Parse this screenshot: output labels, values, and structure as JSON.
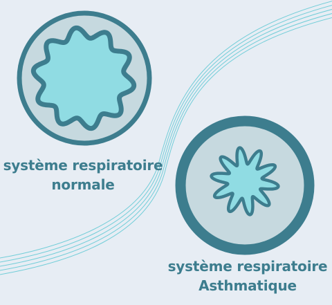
{
  "colors": {
    "background": "#e7edf4",
    "ring": "#3d7d8e",
    "disc_fill": "#c6d9df",
    "airway_fill": "#90dce3",
    "flow_lines": "#65cad5",
    "caption_text": "#3d7d8e"
  },
  "normal_system": {
    "label_line1": "système respiratoire",
    "label_line2": "normale"
  },
  "asthmatic_system": {
    "label_line1": "système respiratoire",
    "label_line2": "Asthmatique"
  }
}
